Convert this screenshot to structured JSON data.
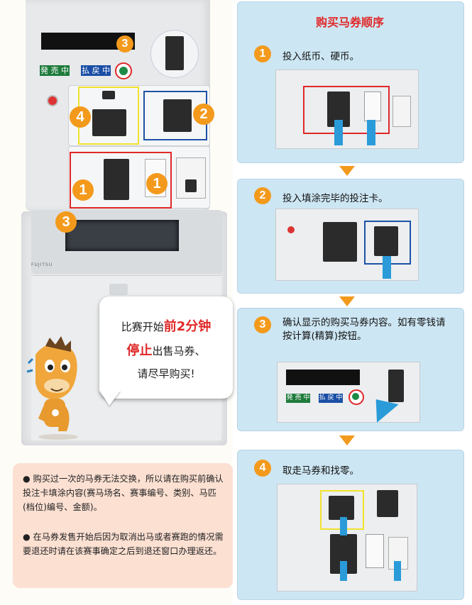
{
  "title": "购买马券顺序",
  "machine": {
    "label_sale": "発 売 中",
    "label_payout": "払 戻 中",
    "brand": "FUJITSU",
    "callouts": [
      "3",
      "4",
      "2",
      "1",
      "1",
      "3"
    ]
  },
  "bubble": {
    "line1_prefix": "比赛开始",
    "line1_red": "前2分钟",
    "line2_red": "停止",
    "line2_suffix": "出售马券、",
    "line3": "请尽早购买!"
  },
  "notes": [
    "● 购买过一次的马券无法交换，所以请在购买前确认投注卡填涂内容(赛马场名、赛事编号、类别、马匹(档位)编号、金额)。",
    "● 在马券发售开始后因为取消出马或者赛跑的情况需要退还时请在该赛事确定之后到退还窗口办理返还。"
  ],
  "steps": [
    {
      "num": "1",
      "text": "投入纸币、硬币。"
    },
    {
      "num": "2",
      "text": "投入填涂完毕的投注卡。"
    },
    {
      "num": "3",
      "text": "确认显示的购买马券内容。如有零钱请按计算(精算)按钮。"
    },
    {
      "num": "4",
      "text": "取走马券和找零。"
    }
  ],
  "colors": {
    "accent_orange": "#f39a1c",
    "title_red": "#e02828",
    "step_bg": "#cde6f3",
    "note_bg": "#fce0d2"
  }
}
